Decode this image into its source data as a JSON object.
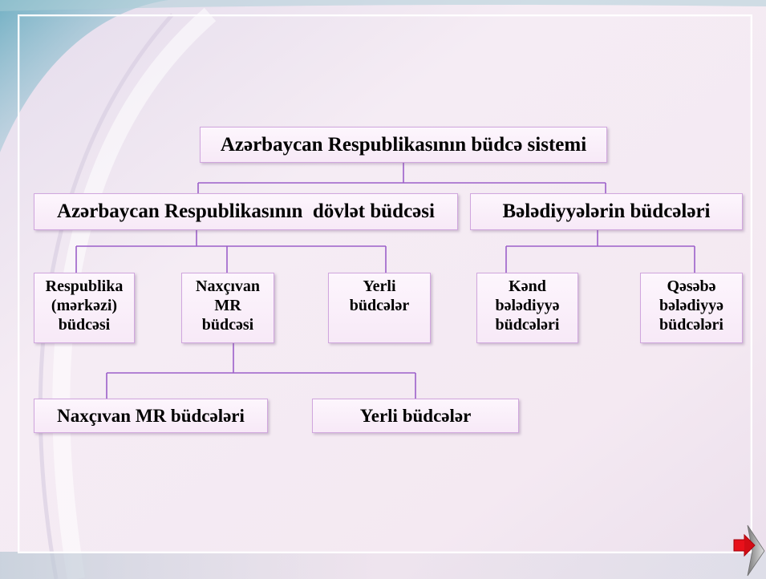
{
  "org_chart": {
    "root": {
      "label": "Azərbaycan Respublikasının büdcə sistemi"
    },
    "state_budget": {
      "label": "Azərbaycan Respublikasının  dövlət büdcəsi"
    },
    "municipal_budgets": {
      "label": "Bələdiyyələrin büdcələri"
    },
    "republic_central": {
      "lines": [
        "Respublika",
        "(mərkəzi)",
        "büdcəsi"
      ]
    },
    "nakhchivan": {
      "lines": [
        "Naxçıvan",
        "MR",
        "büdcəsi"
      ]
    },
    "local": {
      "lines": [
        "Yerli",
        "büdcələr"
      ]
    },
    "village": {
      "lines": [
        "Kənd",
        "bələdiyyə",
        "büdcələri"
      ]
    },
    "settlement": {
      "lines": [
        "Qəsəbə",
        "bələdiyyə",
        "büdcələri"
      ]
    },
    "nakhchivan_sub": {
      "label": "Naxçıvan MR büdcələri"
    },
    "nakhchivan_local": {
      "label": "Yerli büdcələr"
    }
  },
  "colors": {
    "background": "#efe4ef",
    "box_fill": "#f9eef9",
    "box_border": "#d0a6de",
    "connector": "#9b5fc9",
    "next_arrow": "#e8101a"
  },
  "navigation": {
    "next_icon": "next-slide-arrow-icon"
  }
}
